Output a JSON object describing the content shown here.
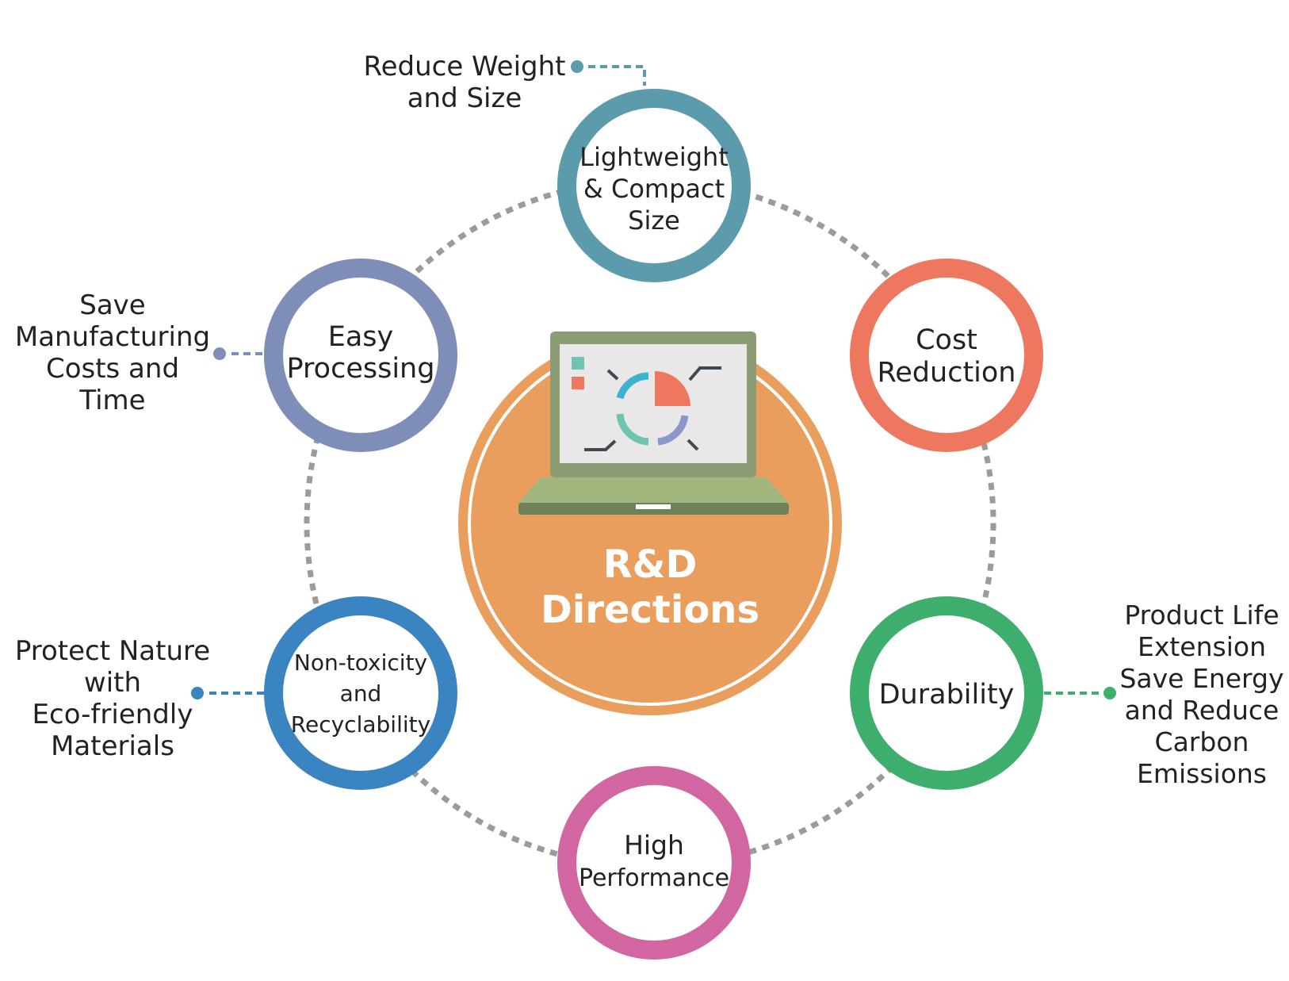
{
  "center": {
    "title_lines": [
      "R&D",
      "Directions"
    ],
    "icon": "laptop-chart-icon",
    "color": "#E99E5E"
  },
  "ring_color": "#9B9B9B",
  "nodes": [
    {
      "id": "lightweight",
      "lines": [
        "Lightweight",
        "& Compact",
        "Size"
      ],
      "color": "#5B9BAC",
      "note_lines": [
        "Reduce Weight",
        "and Size"
      ]
    },
    {
      "id": "cost-reduction",
      "lines": [
        "Cost",
        "Reduction"
      ],
      "color": "#EE7760"
    },
    {
      "id": "durability",
      "lines": [
        "Durability"
      ],
      "color": "#3DAE6C",
      "note_lines": [
        "Product Life",
        "Extension",
        "Save Energy",
        "and Reduce",
        "Carbon",
        "Emissions"
      ]
    },
    {
      "id": "high-performance",
      "lines": [
        "High",
        "Performance"
      ],
      "color": "#D166A1"
    },
    {
      "id": "non-toxicity",
      "lines": [
        "Non-toxicity",
        "and",
        "Recyclability"
      ],
      "color": "#3A84C1",
      "note_lines": [
        "Protect Nature",
        "with",
        "Eco-friendly",
        "Materials"
      ]
    },
    {
      "id": "easy-processing",
      "lines": [
        "Easy",
        "Processing"
      ],
      "color": "#7F8DB9",
      "note_lines": [
        "Save",
        "Manufacturing",
        "Costs and",
        "Time"
      ]
    }
  ]
}
